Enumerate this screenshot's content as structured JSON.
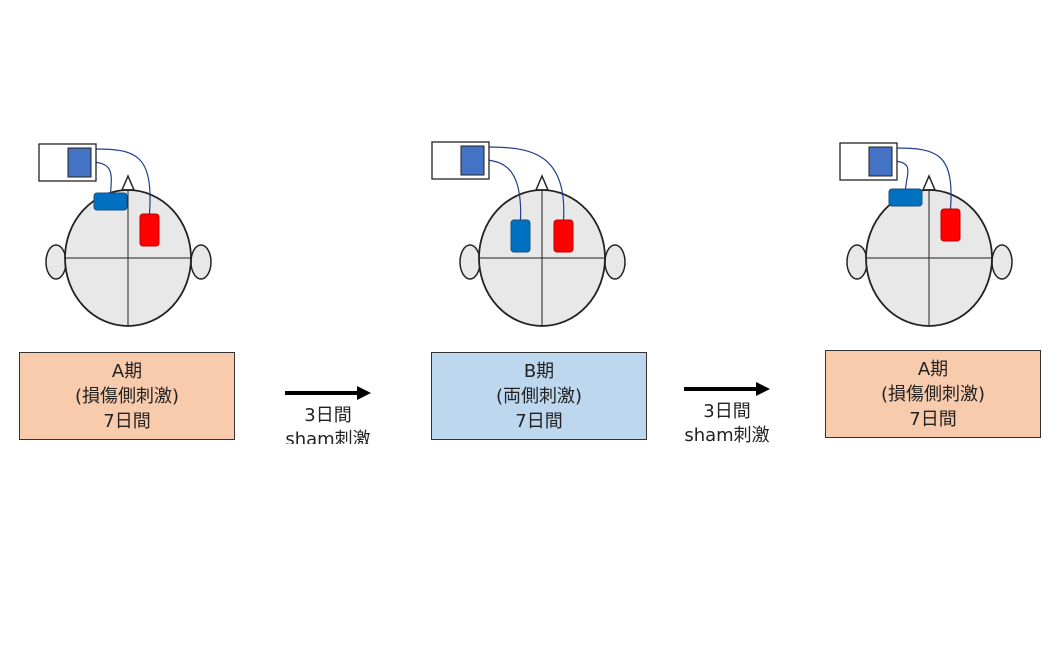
{
  "colors": {
    "phase_a_fill": "#f8cbad",
    "phase_b_fill": "#bdd7ee",
    "electrode_blue": "#0070c0",
    "electrode_red": "#ff0000",
    "device_screen": "#4472c4",
    "head_fill": "#e8e8e8",
    "outline": "#222222",
    "wire": "#1f3f8f"
  },
  "phases": [
    {
      "name": "A期",
      "desc": "(損傷側刺激)",
      "duration": "7日間",
      "stimulation": "lesion-side"
    },
    {
      "name": "B期",
      "desc": "(両側刺激)",
      "duration": "7日間",
      "stimulation": "bilateral"
    },
    {
      "name": "A期",
      "desc": "(損傷側刺激)",
      "duration": "7日間",
      "stimulation": "lesion-side"
    }
  ],
  "transitions": [
    {
      "duration": "3日間",
      "label": "sham刺激"
    },
    {
      "duration": "3日間",
      "label": "sham刺激"
    }
  ]
}
